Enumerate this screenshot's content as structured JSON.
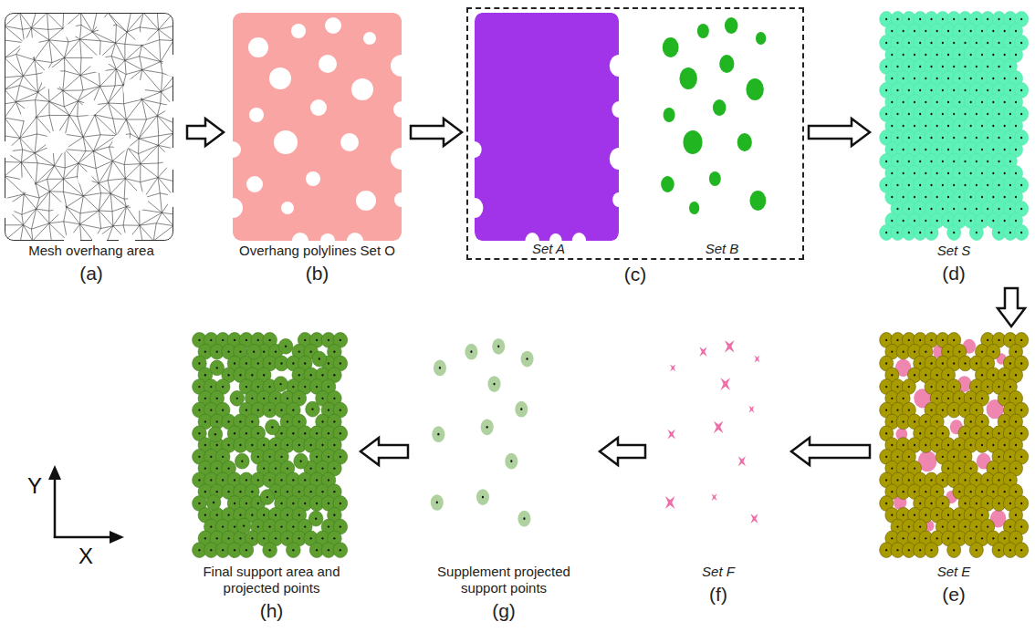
{
  "diagram": {
    "nodes": [
      {
        "text": [
          "Mesh overhang area",
          "(a)"
        ]
      },
      {
        "text": [
          "Overhang polylines Set O",
          "(b)"
        ]
      },
      {
        "text": [
          "(c)"
        ]
      },
      {
        "text": [
          "Set A"
        ],
        "in": 2
      },
      {
        "text": [
          "Set B"
        ],
        "in": 2
      },
      {
        "text": [
          "Set S",
          "(d)"
        ]
      },
      {
        "text": [
          "Set E",
          "(e)"
        ]
      },
      {
        "text": [
          "Set F",
          "(f)"
        ]
      },
      {
        "text": [
          "Supplement projected support points",
          "(g)"
        ]
      },
      {
        "text": [
          "Final support area and projected points",
          "(h)"
        ]
      }
    ],
    "edges": [
      {
        "from": 0,
        "to": 1,
        "arrow": "to"
      },
      {
        "from": 1,
        "to": 2,
        "arrow": "to"
      },
      {
        "from": 2,
        "to": 5,
        "arrow": "to"
      },
      {
        "from": 5,
        "to": 6,
        "arrow": "to"
      },
      {
        "from": 6,
        "to": 7,
        "arrow": "to"
      },
      {
        "from": 7,
        "to": 8,
        "arrow": "to"
      },
      {
        "from": 8,
        "to": 9,
        "arrow": "to"
      }
    ],
    "labels": [
      "Y",
      "X"
    ]
  }
}
